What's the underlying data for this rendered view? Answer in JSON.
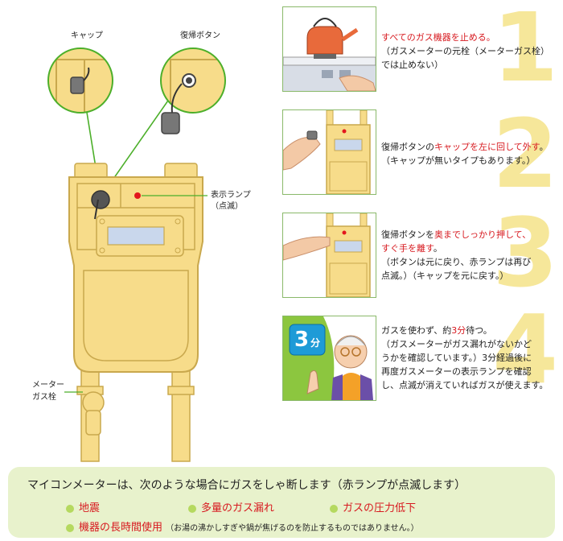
{
  "labels": {
    "cap": "キャップ",
    "reset_button": "復帰ボタン",
    "indicator_lamp": "表示ランプ",
    "indicator_lamp_sub": "（点滅）",
    "meter_valve_1": "メーター",
    "meter_valve_2": "ガス栓"
  },
  "steps": [
    {
      "number": "1",
      "lines": [
        [
          {
            "t": "すべてのガス機器を止める。",
            "red": true
          }
        ],
        [
          {
            "t": "（ガスメーターの元栓（メーターガス栓）",
            "red": false
          }
        ],
        [
          {
            "t": "では止めない）",
            "red": false
          }
        ]
      ]
    },
    {
      "number": "2",
      "lines": [
        [
          {
            "t": "復帰ボタンの",
            "red": false
          },
          {
            "t": "キャップを左に回して外す",
            "red": true
          },
          {
            "t": "。",
            "red": false
          }
        ],
        [
          {
            "t": "（キャップが無いタイプもあります。）",
            "red": false
          }
        ]
      ]
    },
    {
      "number": "3",
      "lines": [
        [
          {
            "t": "復帰ボタンを",
            "red": false
          },
          {
            "t": "奥までしっかり押して、",
            "red": true
          }
        ],
        [
          {
            "t": "すぐ手を離す",
            "red": true
          },
          {
            "t": "。",
            "red": false
          }
        ],
        [
          {
            "t": "（ボタンは元に戻り、赤ランプは再び",
            "red": false
          }
        ],
        [
          {
            "t": "点滅。）（キャップを元に戻す。）",
            "red": false
          }
        ]
      ]
    },
    {
      "number": "4",
      "badge": "3",
      "badge_unit": "分",
      "lines": [
        [
          {
            "t": "ガスを使わず、約",
            "red": false
          },
          {
            "t": "3分",
            "red": true
          },
          {
            "t": "待つ。",
            "red": false
          }
        ],
        [
          {
            "t": "（ガスメーターがガス漏れがないかど",
            "red": false
          }
        ],
        [
          {
            "t": "うかを確認しています。）3分経過後に",
            "red": false
          }
        ],
        [
          {
            "t": "再度ガスメーターの表示ランプを確認",
            "red": false
          }
        ],
        [
          {
            "t": "し、点滅が消えていればガスが使えます。",
            "red": false
          }
        ]
      ]
    }
  ],
  "banner": {
    "title": "マイコンメーターは、次のような場合にガスをしゃ断します（赤ランプが点滅します）",
    "conditions": [
      "地震",
      "多量のガス漏れ",
      "ガスの圧力低下",
      "機器の長時間使用"
    ],
    "note": "（お湯の沸かしすぎや鍋が焦げるのを防止するものではありません。）"
  },
  "colors": {
    "meter_fill": "#f7dc8a",
    "meter_stroke": "#c9a84d",
    "lamp_red": "#e3161d",
    "green_line": "#4caf2a",
    "accent_red": "#d7191f",
    "big_number": "#f6e79a",
    "banner_bg": "#e8f2cc"
  }
}
